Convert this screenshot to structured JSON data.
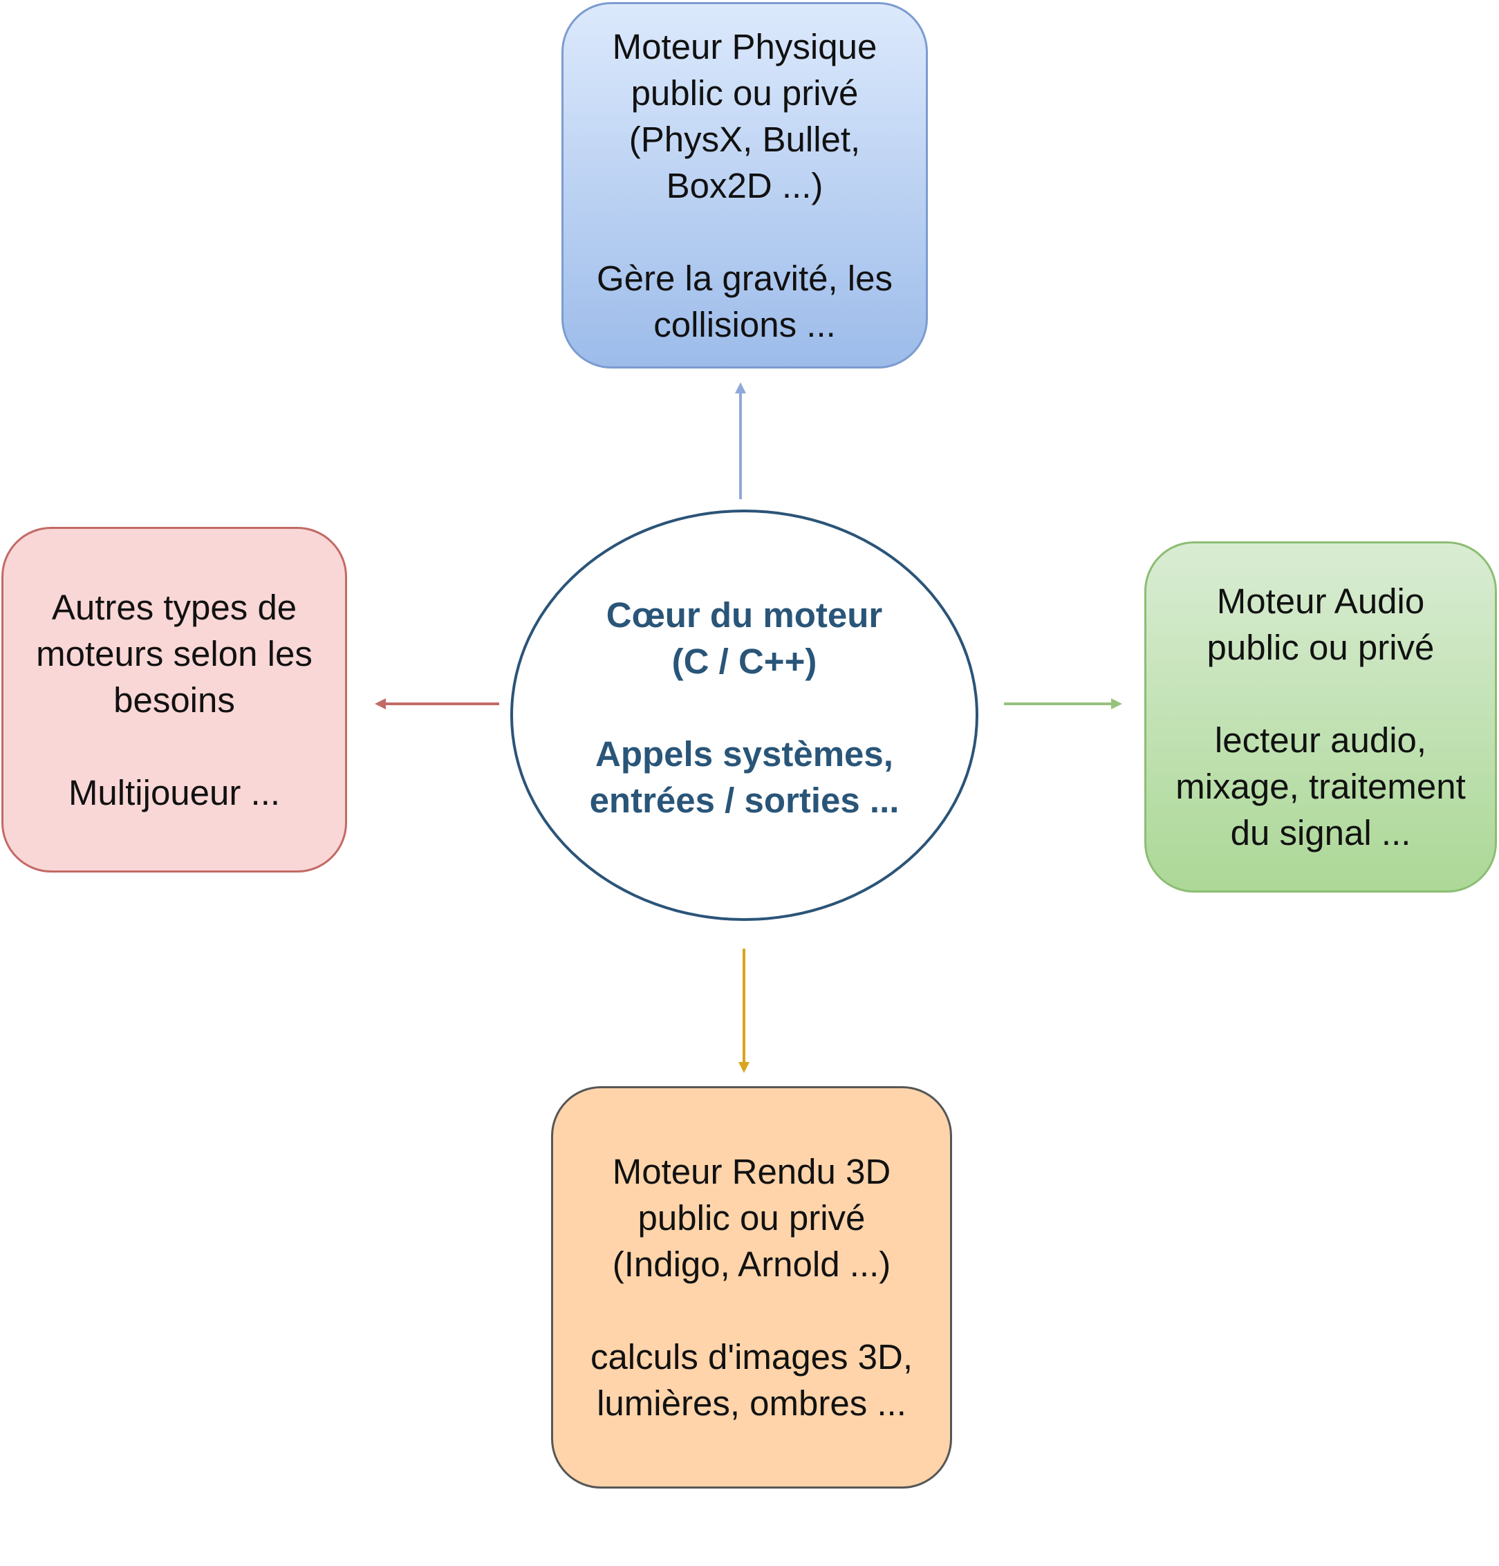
{
  "center": {
    "text": "Cœur du moteur\n(C / C++)\n\nAppels systèmes,\nentrées / sorties ...",
    "color": "#295578"
  },
  "nodes": {
    "physique": {
      "text": "Moteur Physique\npublic ou privé\n(PhysX, Bullet,\nBox2D ...)\n\nGère la gravité, les\ncollisions ...",
      "fill": "#b0c9f0",
      "stroke": "#7c9cd0"
    },
    "audio": {
      "text": "Moteur Audio\npublic ou privé\n\nlecteur audio,\nmixage, traitement\ndu signal ...",
      "fill": "#c1e2b4",
      "stroke": "#8cbd73"
    },
    "rendu": {
      "text": "Moteur Rendu 3D\npublic ou privé\n(Indigo, Arnold ...)\n\ncalculs d'images 3D,\nlumières, ombres ...",
      "fill": "#ffd4aa",
      "stroke": "#565656"
    },
    "autres": {
      "text": "Autres types de\nmoteurs selon les\nbesoins\n\nMultijoueur ...",
      "fill": "#f9d7d6",
      "stroke": "#c36a67"
    }
  },
  "edges": [
    {
      "from": "center",
      "to": "physique",
      "color": "#8ea9da"
    },
    {
      "from": "center",
      "to": "audio",
      "color": "#97c27c"
    },
    {
      "from": "center",
      "to": "rendu",
      "color": "#d9a520"
    },
    {
      "from": "center",
      "to": "autres",
      "color": "#c36a67"
    }
  ]
}
